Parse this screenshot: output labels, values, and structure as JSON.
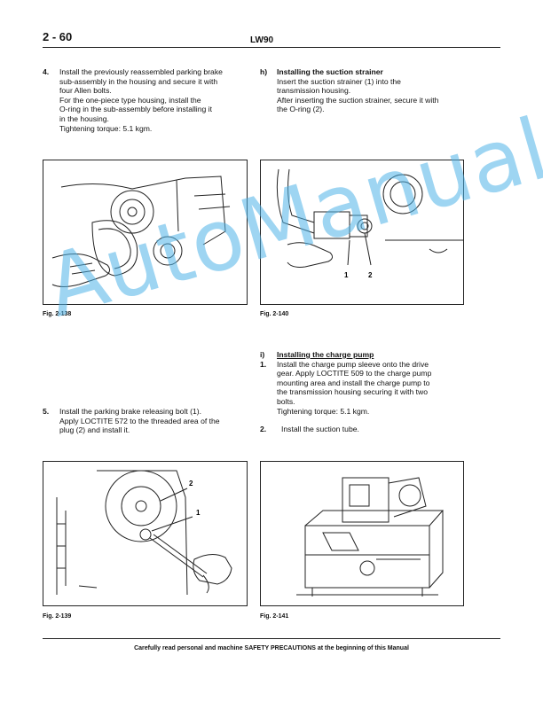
{
  "header": {
    "page_number": "2 - 60",
    "model": "LW90"
  },
  "steps": {
    "s4": {
      "num": "4.",
      "lines": [
        "Install the previously reassembled parking brake",
        "sub-assembly in the housing and secure it with",
        "four Allen bolts.",
        "For the one-piece type housing, install the",
        "O-ring in the sub-assembly before installing it",
        "in the housing.",
        "Tightening torque: 5.1 kgm."
      ]
    },
    "h": {
      "num": "h)",
      "title": "Installing the suction strainer",
      "lines": [
        "Insert the suction strainer (1) into the",
        "transmission housing.",
        "After inserting the suction strainer, secure it with",
        "the O-ring (2)."
      ]
    },
    "s5": {
      "num": "5.",
      "lines": [
        "Install the parking brake releasing bolt (1).",
        "Apply LOCTITE 572 to the threaded area of the",
        "plug (2) and install it."
      ]
    },
    "i": {
      "num": "i)",
      "title": "Installing the charge pump",
      "s1_num": "1.",
      "s1_lines": [
        "Install the charge pump sleeve onto the drive",
        "gear. Apply LOCTITE 509 to the charge pump",
        "mounting area and install the charge pump to",
        "the transmission housing securing it with two",
        "bolts.",
        "Tightening torque: 5.1 kgm."
      ],
      "s2_num": "2.",
      "s2_text": "Install the suction tube."
    }
  },
  "figures": {
    "f138": {
      "caption": "Fig. 2-138"
    },
    "f140": {
      "caption": "Fig. 2-140",
      "label1": "1",
      "label2": "2"
    },
    "f139": {
      "caption": "Fig. 2-139",
      "label1": "1",
      "label2": "2"
    },
    "f141": {
      "caption": "Fig. 2-141"
    }
  },
  "watermark": "AutoManual",
  "footer": "Carefully read personal and machine SAFETY PRECAUTIONS at the beginning of this Manual"
}
